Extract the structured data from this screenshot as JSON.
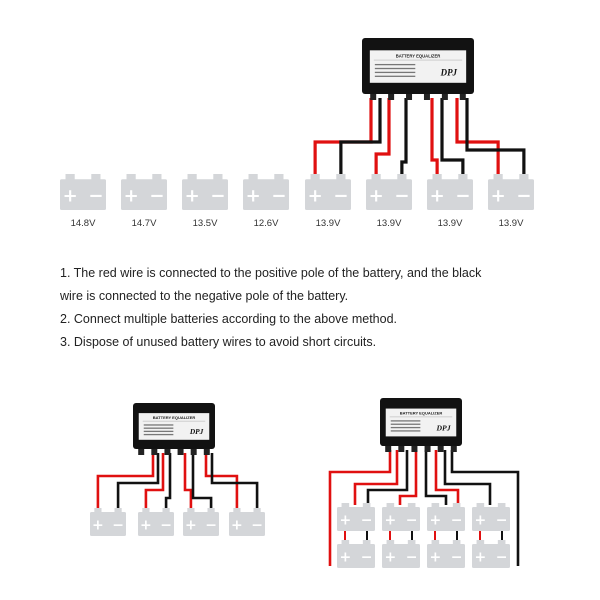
{
  "device": {
    "title": "BATTERY EQUALIZER",
    "brand": "DPJ"
  },
  "battery_icon": {
    "plus": "+",
    "minus": "−"
  },
  "top_diagram": {
    "voltages": [
      "14.8V",
      "14.7V",
      "13.5V",
      "12.6V",
      "13.9V",
      "13.9V",
      "13.9V",
      "13.9V"
    ]
  },
  "instructions": [
    "1. The red wire is connected to the positive pole of the battery, and the black",
    "wire is connected to the negative pole of the battery.",
    "2. Connect multiple batteries according to the above method.",
    "3. Dispose of unused battery wires to avoid short circuits."
  ],
  "colors": {
    "battery": "#d4d6d9",
    "device": "#121212",
    "red_wire": "#e01010",
    "black_wire": "#111111"
  }
}
